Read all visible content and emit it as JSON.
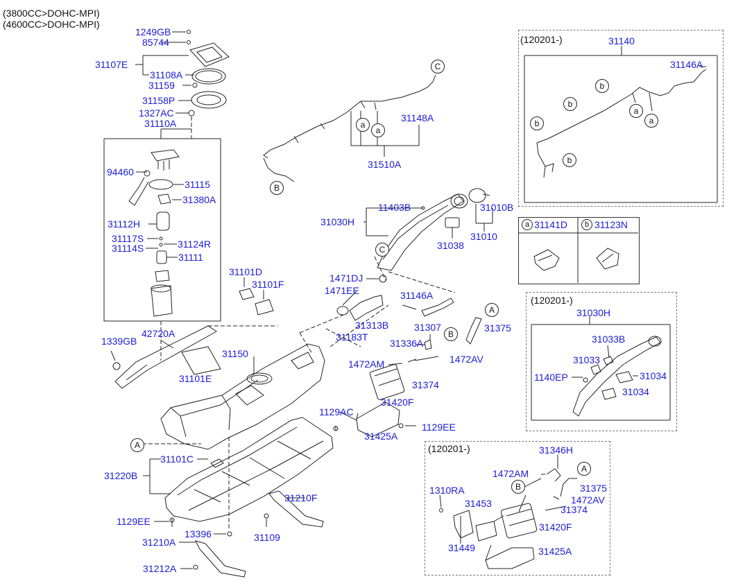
{
  "header": {
    "line1": "(3800CC>DOHC-MPI)",
    "line2": "(4600CC>DOHC-MPI)"
  },
  "parts": {
    "p1249GB": "1249GB",
    "p85744": "85744",
    "p31107E": "31107E",
    "p31108A": "31108A",
    "p31159": "31159",
    "p31158P": "31158P",
    "p1327AC": "1327AC",
    "p31110A": "31110A",
    "p94460": "94460",
    "p31115": "31115",
    "p31380A": "31380A",
    "p31112H": "31112H",
    "p31117S": "31117S",
    "p31124R": "31124R",
    "p31114S": "31114S",
    "p31111": "31111",
    "p31101D": "31101D",
    "p31101F": "31101F",
    "p1339GB": "1339GB",
    "p42720A": "42720A",
    "p31150": "31150",
    "p31101E": "31101E",
    "p31101C": "31101C",
    "p31220B": "31220B",
    "p1129EE_a": "1129EE",
    "p13396": "13396",
    "p31109": "31109",
    "p31210F": "31210F",
    "p31210A": "31210A",
    "p31212A": "31212A",
    "p31148A": "31148A",
    "p31510A": "31510A",
    "p31030H": "31030H",
    "p11403B": "11403B",
    "p31010B": "31010B",
    "p31038": "31038",
    "p31010": "31010",
    "p1471DJ": "1471DJ",
    "p1471EE": "1471EE",
    "p31313B": "31313B",
    "p31183T": "31183T",
    "p31146A": "31146A",
    "p31307": "31307",
    "p31375": "31375",
    "p31336A": "31336A",
    "p1472AM": "1472AM",
    "p1472AV": "1472AV",
    "p31374": "31374",
    "p31420F": "31420F",
    "p1129AC": "1129AC",
    "p1129EE_b": "1129EE",
    "p31425A": "31425A"
  },
  "box_top_right": {
    "caption": "(120201-)",
    "p31140": "31140",
    "p31146A": "31146A"
  },
  "legend": {
    "a_code": "31141D",
    "b_code": "31123N"
  },
  "box_mid_right": {
    "caption": "(120201-)",
    "p31030H": "31030H",
    "p31033B": "31033B",
    "p31033": "31033",
    "p1140EP": "1140EP",
    "p31034_a": "31034",
    "p31034_b": "31034"
  },
  "box_bottom_right": {
    "caption": "(120201-)",
    "p31346H": "31346H",
    "p1472AM": "1472AM",
    "p1310RA": "1310RA",
    "p31453": "31453",
    "p31375": "31375",
    "p1472AV": "1472AV",
    "p31374": "31374",
    "p31420F": "31420F",
    "p31449": "31449",
    "p31425A": "31425A"
  },
  "callouts": {
    "a": "a",
    "b": "b",
    "A": "A",
    "B": "B",
    "C": "C"
  }
}
